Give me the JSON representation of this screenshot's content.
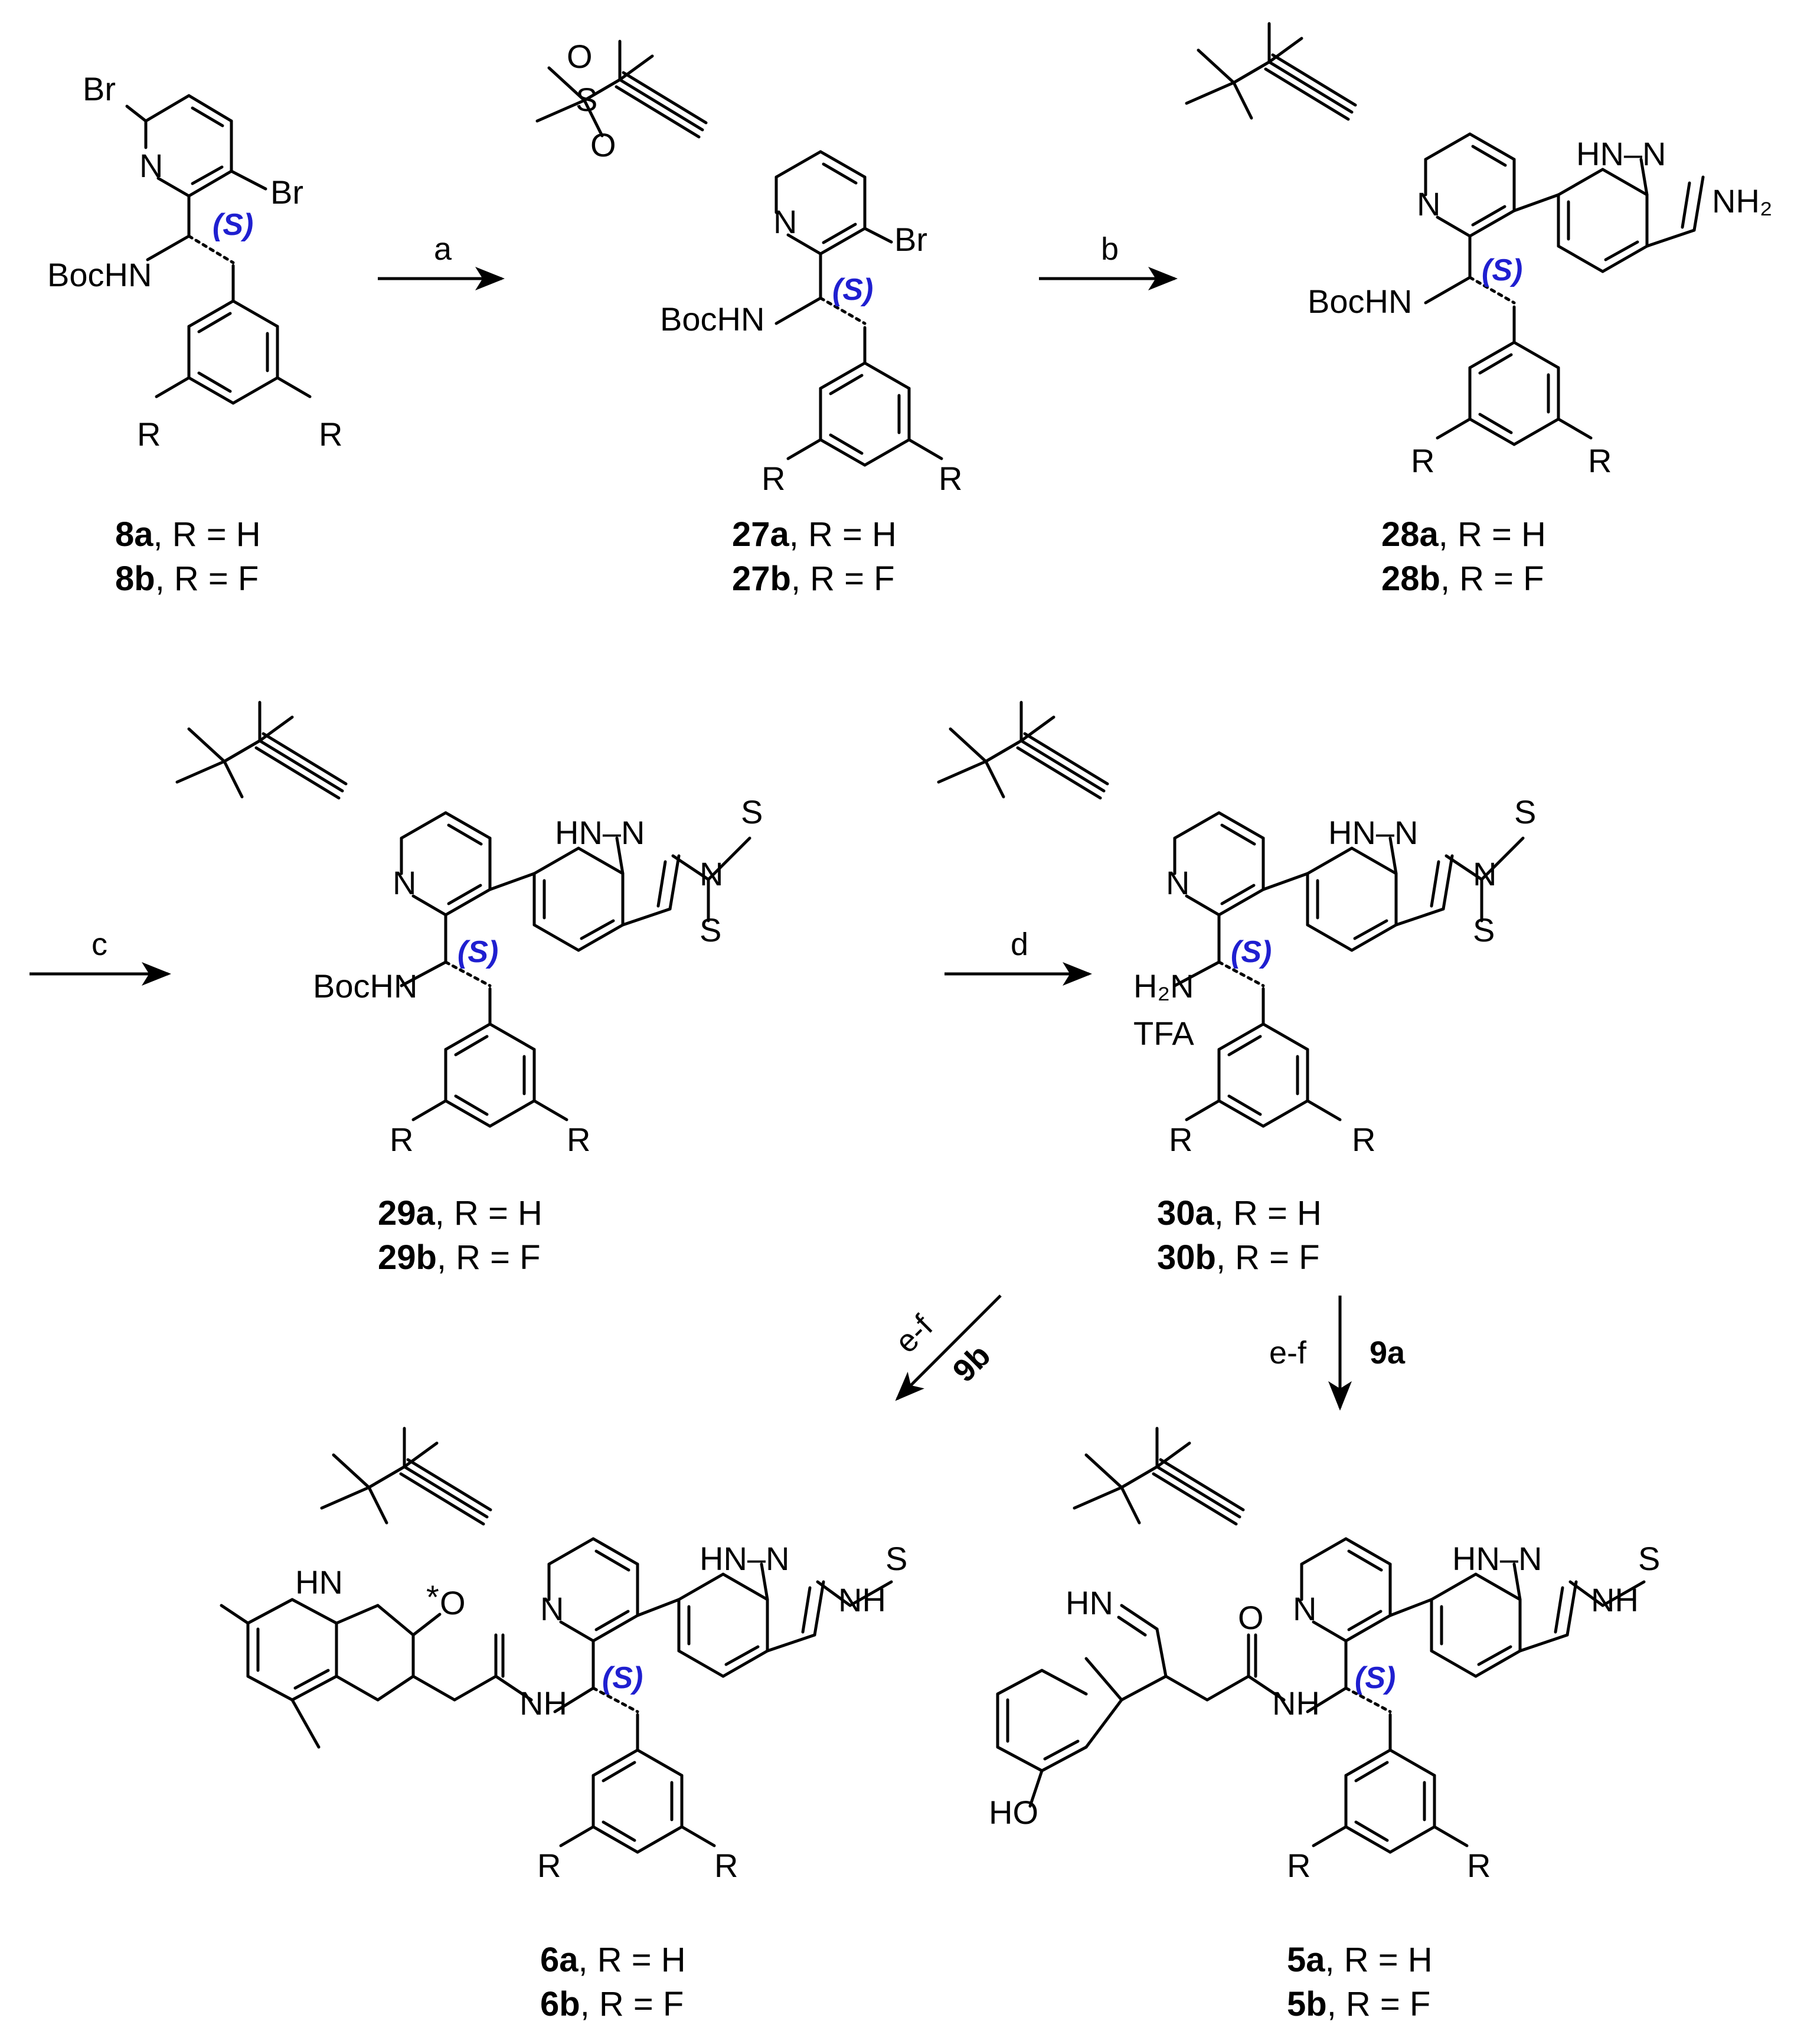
{
  "atoms": {
    "Br": "Br",
    "N": "N",
    "BocHN": "BocHN",
    "R": "R",
    "S": "S",
    "O": "O",
    "HN": "HN",
    "NH": "NH",
    "H": "H",
    "NH2": "NH₂",
    "H2N": "H₂N",
    "HO": "HO",
    "TFA": "TFA",
    "HNN": "HN–N",
    "star": "*",
    "chiral": "(S)"
  },
  "compounds": [
    {
      "id": "8",
      "a_label": "8a",
      "a_text": ", R = H",
      "b_label": "8b",
      "b_text": ", R = F"
    },
    {
      "id": "27",
      "a_label": "27a",
      "a_text": ", R = H",
      "b_label": "27b",
      "b_text": ", R = F"
    },
    {
      "id": "28",
      "a_label": "28a",
      "a_text": ", R = H",
      "b_label": "28b",
      "b_text": ", R = F"
    },
    {
      "id": "29",
      "a_label": "29a",
      "a_text": ", R = H",
      "b_label": "29b",
      "b_text": ", R = F"
    },
    {
      "id": "30",
      "a_label": "30a",
      "a_text": ", R = H",
      "b_label": "30b",
      "b_text": ", R = F"
    },
    {
      "id": "6",
      "a_label": "6a",
      "a_text": ", R = H",
      "b_label": "6b",
      "b_text": ", R = F"
    },
    {
      "id": "5",
      "a_label": "5a",
      "a_text": ", R = H",
      "b_label": "5b",
      "b_text": ", R = F"
    }
  ],
  "steps": {
    "a": "a",
    "b": "b",
    "c": "c",
    "d": "d",
    "ef_left": "e-f",
    "ef_left_reagent": "9b",
    "ef_right": "e-f",
    "ef_right_reagent": "9a"
  },
  "colors": {
    "stereo_label": "#1f1fd0",
    "ink": "#000000"
  }
}
